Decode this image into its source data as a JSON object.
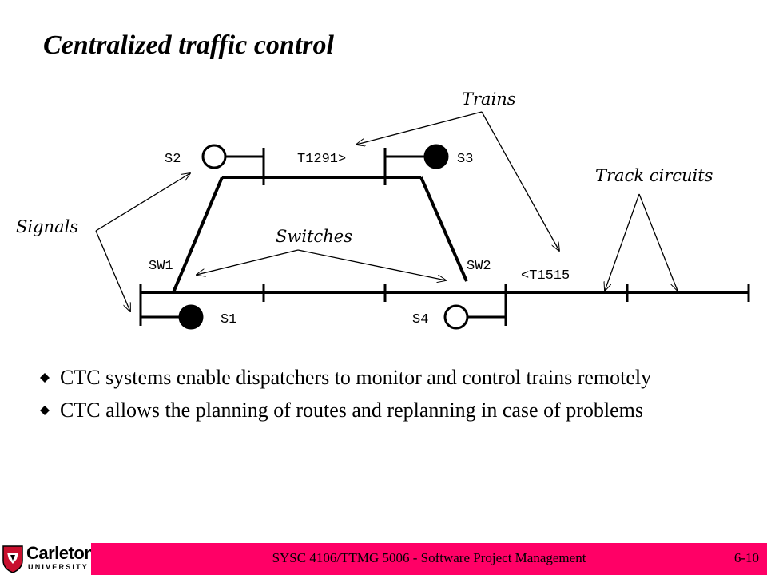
{
  "slide": {
    "title": "Centralized traffic control"
  },
  "diagram": {
    "labels": {
      "trains": "Trains",
      "track_circuits": "Track circuits",
      "signals": "Signals",
      "switches": "Switches"
    },
    "signals": {
      "s1": "S1",
      "s2": "S2",
      "s3": "S3",
      "s4": "S4"
    },
    "switch_names": {
      "sw1": "SW1",
      "sw2": "SW2"
    },
    "train_ids": {
      "t1291": "T1291>",
      "t1515": "<T1515"
    }
  },
  "bullets": [
    "CTC systems enable dispatchers to monitor and control trains remotely",
    "CTC allows the planning of routes and replanning in case of problems"
  ],
  "footer": {
    "logo_name": "Carleton",
    "logo_sub": "UNIVERSITY",
    "course": "SYSC 4106/TTMG 5006 - Software Project Management",
    "page": "6-10"
  },
  "colors": {
    "footer_band": "#ff0066",
    "bullet": "#000000"
  }
}
